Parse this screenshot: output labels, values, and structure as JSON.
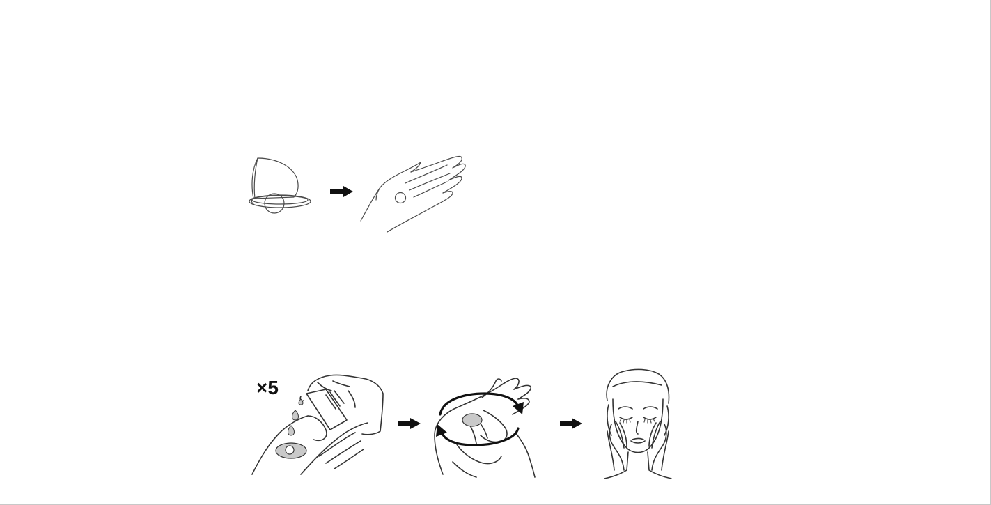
{
  "steps": [
    {
      "id": "step-one",
      "items": [
        "compact-case-icon",
        "arrow-right-icon",
        "open-palm-icon"
      ]
    },
    {
      "id": "step-two",
      "count_label": "×5",
      "items": [
        "spray-bottle-hand-icon",
        "arrow-right-icon",
        "rubbing-hands-icon",
        "arrow-right-icon",
        "face-hands-icon"
      ]
    }
  ],
  "colors": {
    "line": "#333333",
    "fill_gray": "#c9c9c9",
    "arrow": "#111111"
  }
}
